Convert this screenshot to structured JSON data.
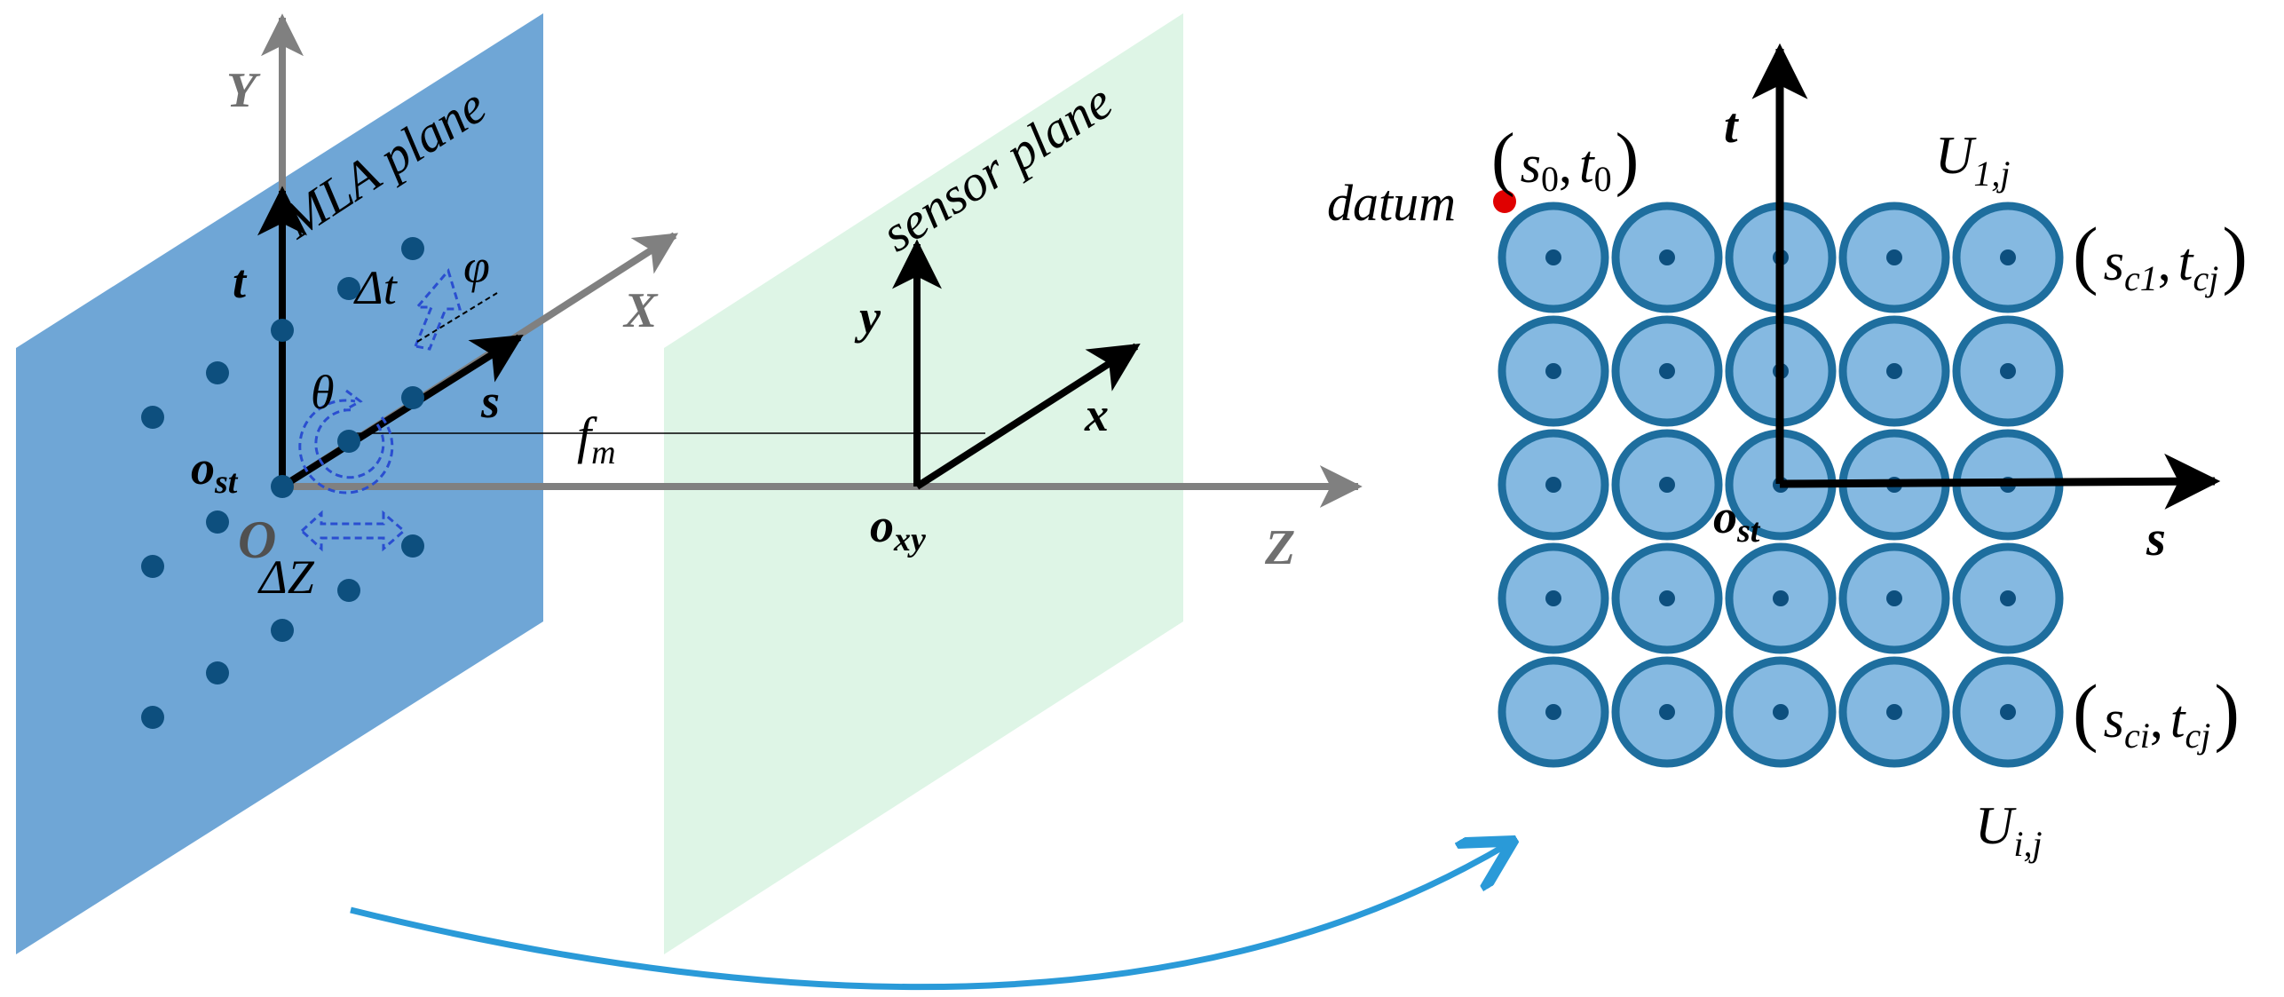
{
  "left_panel": {
    "mla_plane_label": "MLA plane",
    "sensor_plane_label": "sensor plane",
    "axis_Y": "Y",
    "axis_X": "X",
    "axis_Z": "Z",
    "origin_O": "O",
    "axis_t": "t",
    "axis_s": "s",
    "origin_st": "o",
    "origin_st_sub": "st",
    "theta": "θ",
    "phi": "φ",
    "delta_t": "Δt",
    "delta_Z": "ΔZ",
    "f_m": "f",
    "f_m_sub": "m",
    "axis_y": "y",
    "axis_x": "x",
    "origin_xy": "o",
    "origin_xy_sub": "xy"
  },
  "right_panel": {
    "datum_label": "datum",
    "s0t0_s": "s",
    "s0t0_s_sub": "0",
    "s0t0_t": "t",
    "s0t0_t_sub": "0",
    "U1j": "U",
    "U1j_sub": "1,j",
    "sc1tcj_s": "s",
    "sc1tcj_s_sub": "c1",
    "sc1tcj_t": "t",
    "sc1tcj_t_sub": "cj",
    "Uij": "U",
    "Uij_sub": "i,j",
    "scitcj_s": "s",
    "scitcj_s_sub": "ci",
    "scitcj_t": "t",
    "scitcj_t_sub": "cj",
    "axis_t": "t",
    "axis_s": "s",
    "origin_st": "o",
    "origin_st_sub": "st",
    "grid_rows": 5,
    "grid_cols": 5
  },
  "colors": {
    "mla_plane": "#6fa6d6",
    "sensor_plane": "#def5e6",
    "lens_fill": "#85b9e1",
    "lens_stroke": "#1e6e9e",
    "dot": "#0d4f7e",
    "axis_gray": "#808080",
    "blue_dash": "#2a4ed0",
    "curve_arrow": "#2a9ad8",
    "datum_dot": "#e00000"
  }
}
